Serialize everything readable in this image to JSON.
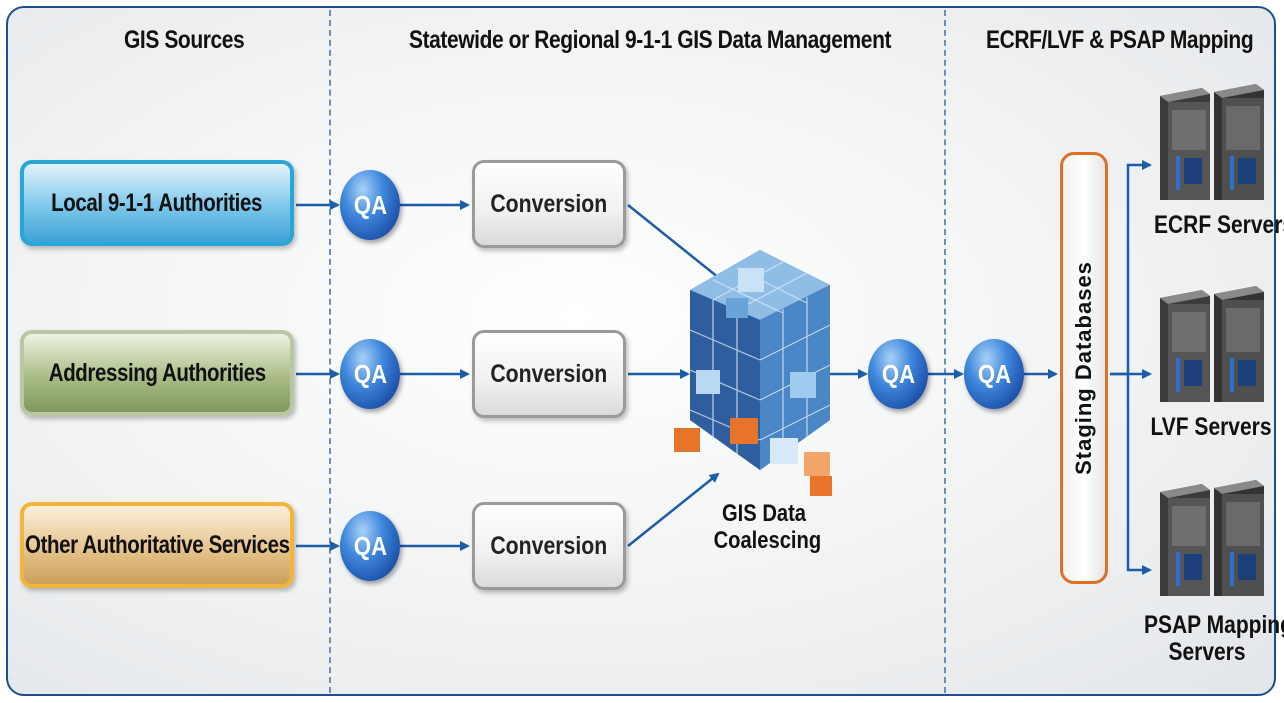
{
  "headers": {
    "sources": "GIS Sources",
    "management": "Statewide or Regional 9-1-1 GIS Data Management",
    "mapping": "ECRF/LVF & PSAP Mapping"
  },
  "sources": [
    {
      "label": "Local 9-1-1 Authorities",
      "color": "#2aa5d8"
    },
    {
      "label": "Addressing Authorities",
      "color": "#b9c8a2"
    },
    {
      "label": "Other Authoritative Services",
      "color": "#f2b43a"
    }
  ],
  "qa_label": "QA",
  "conversion_label": "Conversion",
  "coalescing": {
    "line1": "GIS Data",
    "line2": "Coalescing"
  },
  "staging_label": "Staging Databases",
  "servers": [
    {
      "line1": "ECRF Servers",
      "line2": ""
    },
    {
      "line1": "LVF Servers",
      "line2": ""
    },
    {
      "line1": "PSAP Mapping",
      "line2": "Servers"
    }
  ],
  "colors": {
    "arrow": "#1d5da8",
    "qa": "#2b6cc4",
    "staging_border": "#e07028",
    "frame": "#1f4e8c"
  }
}
